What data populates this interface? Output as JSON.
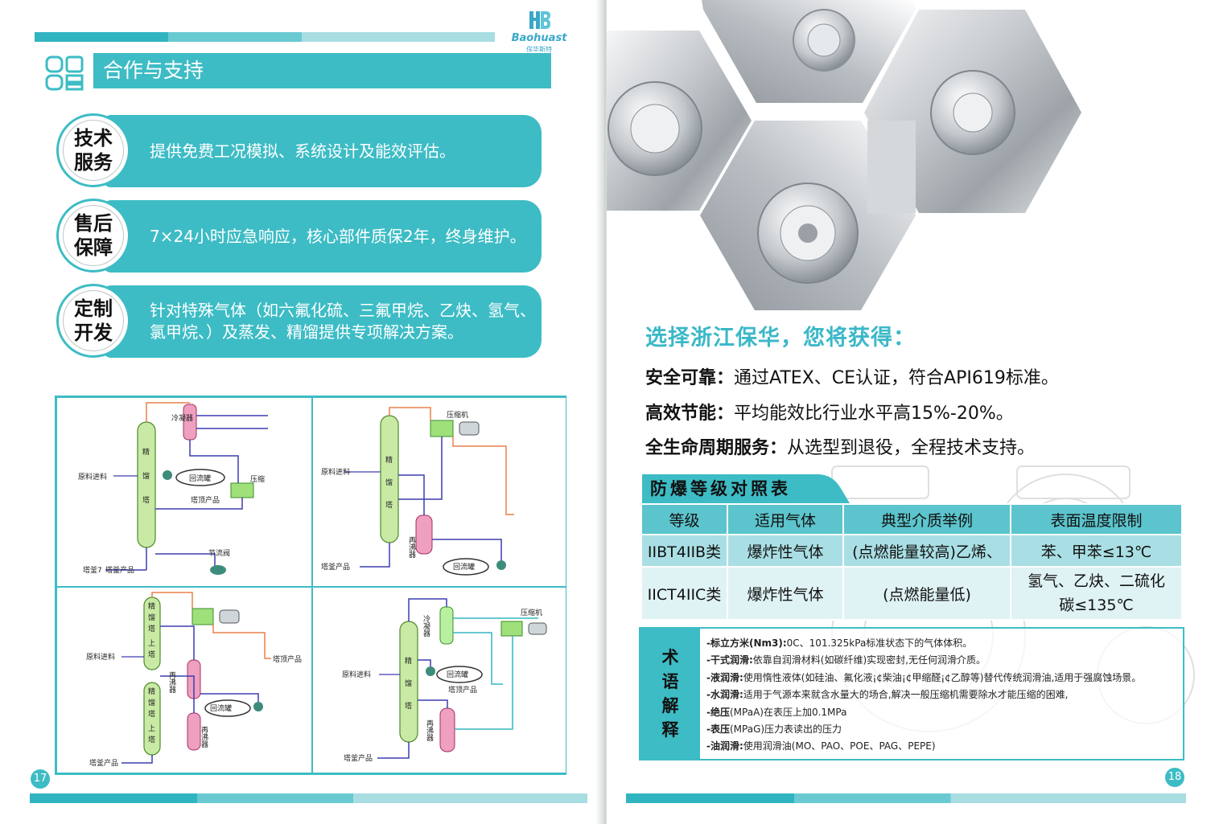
{
  "left": {
    "logo": {
      "brand": "Baohuast",
      "sub": "保华斯特"
    },
    "section_title": "合作与支持",
    "services": [
      {
        "label_l1": "技术",
        "label_l2": "服务",
        "text": "提供免费工况模拟、系统设计及能效评估。"
      },
      {
        "label_l1": "售后",
        "label_l2": "保障",
        "text": "7×24小时应急响应，核心部件质保2年，终身维护。"
      },
      {
        "label_l1": "定制",
        "label_l2": "开发",
        "text": "针对特殊气体（如六氟化硫、三氟甲烷、乙炔、氢气、氯甲烷、）及蒸发、精馏提供专项解决方案。"
      }
    ],
    "diagrams": {
      "d1": {
        "feed": "原料进料",
        "cooler": "冷凝器",
        "tower_chars": [
          "精",
          "馏",
          "塔"
        ],
        "reflux": "回流罐",
        "top_product": "塔顶产品",
        "compressor": "压缩",
        "valve": "节流阀",
        "bottom_product": "塔釜产品",
        "bottom_left": "塔釜7"
      },
      "d2": {
        "compressor": "压缩机",
        "feed": "原料进料",
        "tower_chars": [
          "精",
          "馏",
          "塔"
        ],
        "reboiler": "再沸器",
        "reflux": "回流罐",
        "bottom_product": "塔釜产品"
      },
      "d3": {
        "feed": "原料进料",
        "upper_tower": [
          "精",
          "馏",
          "塔",
          "上",
          "塔"
        ],
        "lower_tower": [
          "精",
          "馏",
          "塔",
          "上",
          "塔"
        ],
        "top_product": "塔顶产品",
        "reboiler": "再沸器",
        "reflux": "回流罐",
        "reboiler2": "再沸器",
        "bottom_product": "塔釜产品"
      },
      "d4": {
        "compressor": "压缩机",
        "cooler": "冷凝器",
        "feed": "原料进料",
        "tower_chars": [
          "精",
          "馏",
          "塔"
        ],
        "reflux": "回流罐",
        "top_product": "塔顶产品",
        "reboiler": "再沸器",
        "bottom_product": "塔釜产品"
      }
    },
    "page_number": "17"
  },
  "right": {
    "headline": "选择浙江保华，您将获得：",
    "benefits": [
      {
        "title": "安全可靠：",
        "text": "通过ATEX、CE认证，符合API619标准。"
      },
      {
        "title": "高效节能：",
        "text": "平均能效比行业水平高15%-20%。"
      },
      {
        "title": "全生命周期服务：",
        "text": "从选型到退役，全程技术支持。"
      }
    ],
    "table_title": "防爆等级对照表",
    "table": {
      "headers": [
        "等级",
        "适用气体",
        "典型介质举例",
        "表面温度限制"
      ],
      "rows": [
        [
          "IIBT4IIB类",
          "爆炸性气体",
          "(点燃能量较高)乙烯、",
          "苯、甲苯≤13℃"
        ],
        [
          "IICT4IIC类",
          "爆炸性气体",
          "(点燃能量低)",
          "氢气、乙炔、二硫化碳≤135℃"
        ]
      ]
    },
    "terms_label": [
      "术",
      "语",
      "解",
      "释"
    ],
    "terms": [
      {
        "term": "-标立方米(Nm3):",
        "def": "0C、101.325kPa标准状态下的气体体积。"
      },
      {
        "term": "-干式润滑:",
        "def": "依靠自润滑材料(如碳纤维)实现密封,无任何润滑介质。"
      },
      {
        "term": "-液润滑:",
        "def": "使用惰性液体(如硅油、氟化液¡¢柴油¡¢甲缩醛¡¢乙醇等)替代传统润滑油,适用于强腐蚀场景。"
      },
      {
        "term": "-水润滑:",
        "def": "适用于气源本来就含水量大的场合,解决一般压缩机需要除水才能压缩的困难,"
      },
      {
        "term": "-绝压",
        "def": "(MPaA)在表压上加0.1MPa"
      },
      {
        "term": "-表压",
        "def": "(MPaG)压力表读出的压力"
      },
      {
        "term": "-油润滑:",
        "def": "使用润滑油(MO、PAO、POE、PAG、PEPE)"
      }
    ],
    "page_number": "18"
  },
  "colors": {
    "accent": "#3dbcc5",
    "headline": "#3bb8c8",
    "table_header": "#5cc4cc",
    "table_row1": "#a9dfe4",
    "table_row2": "#dff2f4"
  }
}
